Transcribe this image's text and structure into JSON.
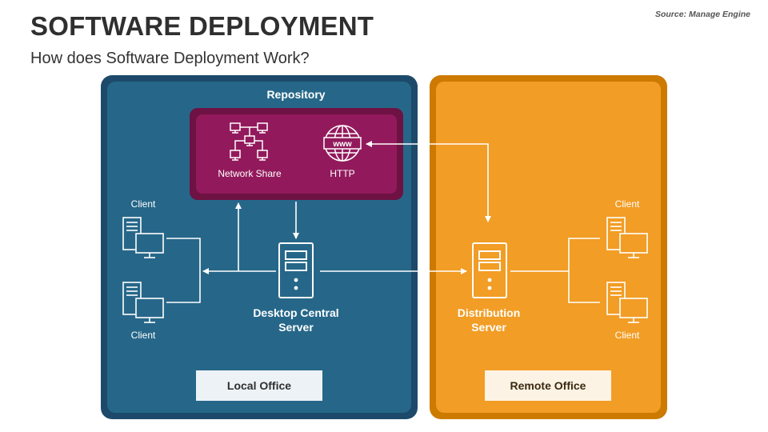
{
  "header": {
    "title": "SOFTWARE DEPLOYMENT",
    "subtitle": "How does Software Deployment Work?",
    "source": "Source: Manage Engine"
  },
  "repository": {
    "label": "Repository",
    "items": [
      {
        "label": "Network Share",
        "icon": "network-share-icon"
      },
      {
        "label": "HTTP",
        "icon": "globe-www-icon"
      }
    ]
  },
  "local_office": {
    "label": "Local Office",
    "server_label": "Desktop Central Server",
    "clients": [
      "Client",
      "Client"
    ]
  },
  "remote_office": {
    "label": "Remote Office",
    "server_label": "Distribution Server",
    "clients": [
      "Client",
      "Client"
    ]
  },
  "colors": {
    "local_outer": "#1d4a6a",
    "local_inner": "#266789",
    "remote_outer": "#cc7a00",
    "remote_inner": "#f29d25",
    "repository_outer": "#6d1243",
    "repository_inner": "#921a5c"
  }
}
